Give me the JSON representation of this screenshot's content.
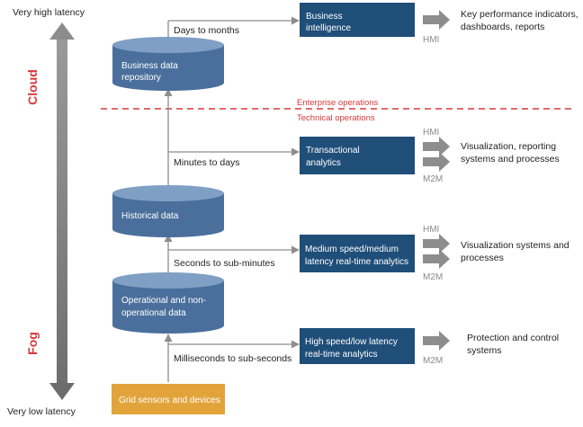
{
  "latency_axis": {
    "top": "Very high latency",
    "bottom": "Very low latency"
  },
  "tiers": {
    "cloud": "Cloud",
    "fog": "Fog"
  },
  "divider": {
    "upper": "Enterprise operations",
    "lower": "Technical operations"
  },
  "stores": {
    "business": [
      "Business data",
      "repository"
    ],
    "historical": [
      "Historical data"
    ],
    "operational": [
      "Operational and non-",
      "operational data"
    ]
  },
  "sensors": "Grid sensors and devices",
  "flows": {
    "days_to_months": "Days to months",
    "minutes_to_days": "Minutes to days",
    "seconds_to_subminutes": "Seconds to sub-minutes",
    "milliseconds": "Milliseconds to sub-seconds"
  },
  "analytics": {
    "bi": [
      "Business",
      "intelligence"
    ],
    "transactional": [
      "Transactional",
      "analytics"
    ],
    "medium": [
      "Medium speed/medium",
      "latency real-time analytics"
    ],
    "high": [
      "High speed/low latency",
      "real-time analytics"
    ]
  },
  "interfaces": {
    "hmi": "HMI",
    "m2m": "M2M"
  },
  "outputs": {
    "kpi": [
      "Key performance indicators,",
      "dashboards, reports"
    ],
    "vis_reporting": [
      "Visualization, reporting",
      "systems and processes"
    ],
    "vis_systems": [
      "Visualization systems and",
      "processes"
    ],
    "protection": [
      "Protection and control",
      "systems"
    ]
  },
  "colors": {
    "cylinder_body": "#4a6f9c",
    "cylinder_top": "#7f9fc4",
    "analytics_box": "#1f4e79",
    "sensor_box": "#e2a43a",
    "accent_red": "#d9383a",
    "arrow_grey": "#8d8d8d"
  }
}
